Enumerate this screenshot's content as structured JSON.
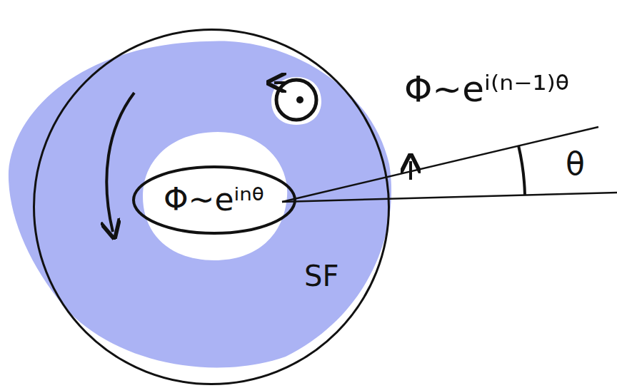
{
  "diagram": {
    "nodes": [
      {
        "text": [
          "SF"
        ]
      },
      {
        "text": [
          "Φ~eⁱⁿᶿ"
        ],
        "in": 0
      }
    ],
    "labels": [
      "Φ~eⁱ⁽ⁿ⁻¹⁾ᶿ",
      "θ"
    ]
  }
}
